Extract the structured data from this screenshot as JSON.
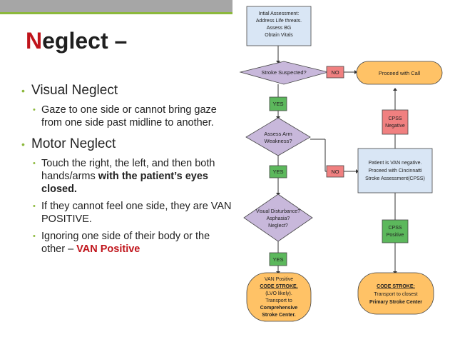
{
  "slide": {
    "title_first_letter": "N",
    "title_rest": "eglect –",
    "bullets": [
      {
        "text": "Visual Neglect"
      },
      {
        "text": "Motor Neglect"
      }
    ],
    "sub1": "Gaze to one side or cannot bring gaze from one side past midline to another.",
    "sub2_part1": "Touch the right, the left, and then both hands/arms ",
    "sub2_bold": "with the patient’s eyes closed.",
    "sub3": "If they cannot feel one side, they are VAN POSITIVE.",
    "sub4_part1": "Ignoring one side of their body or the other – ",
    "sub4_red": "VAN Positive"
  },
  "flowchart": {
    "initial": [
      "Intial Assessment:",
      "Address Life threats.",
      "Assess BG",
      "Obtain Vitals"
    ],
    "stroke_suspected": "Stroke Suspected?",
    "no1": "NO",
    "proceed_call": "Proceed with Call",
    "yes1": "YES",
    "cpss_negative": [
      "CPSS",
      "Negative"
    ],
    "assess_arm": [
      "Assess Arm",
      "Weakness?"
    ],
    "yes2": "YES",
    "no2": "NO",
    "van_negative": [
      "Patient is VAN negative.",
      "Proceed with Cincinnatti",
      "Stroke Assessment(CPSS)"
    ],
    "visual_dist": [
      "Visual Disturbance?",
      "Asphasia?",
      "Neglect?"
    ],
    "cpss_positive": [
      "CPSS",
      "Positive"
    ],
    "yes3": "YES",
    "left_oval": [
      "VAN Positive",
      "CODE STROKE.",
      "(LVO likely).",
      "Transport to",
      "Comprehensive",
      "Stroke Center."
    ],
    "right_oval": [
      "CODE STROKE:",
      "Transport to closest",
      "Primary Stroke Center"
    ]
  }
}
